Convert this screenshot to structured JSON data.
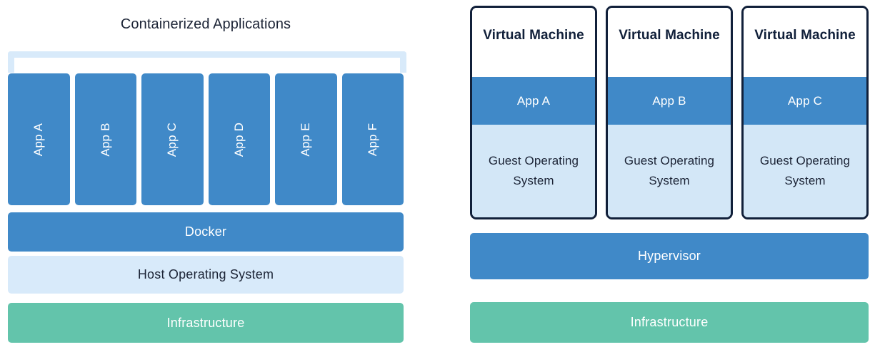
{
  "diagram": {
    "type": "architecture-comparison",
    "colors": {
      "blue": "#4089c8",
      "light_blue": "#d8eafa",
      "guest_blue": "#d3e7f7",
      "green": "#63c4ab",
      "navy": "#11203a",
      "text_dark": "#1c2436",
      "text_light": "#ffffff",
      "background": "#ffffff"
    }
  },
  "left": {
    "title": "Containerized Applications",
    "apps": [
      {
        "label": "App A"
      },
      {
        "label": "App B"
      },
      {
        "label": "App C"
      },
      {
        "label": "App D"
      },
      {
        "label": "App E"
      },
      {
        "label": "App F"
      }
    ],
    "layers": [
      {
        "id": "docker",
        "label": "Docker"
      },
      {
        "id": "host-os",
        "label": "Host Operating System"
      },
      {
        "id": "infrastructure",
        "label": "Infrastructure"
      }
    ]
  },
  "right": {
    "vms": [
      {
        "title": "Virtual Machine",
        "app": "App A",
        "guest_os": "Guest Operating System"
      },
      {
        "title": "Virtual Machine",
        "app": "App B",
        "guest_os": "Guest Operating System"
      },
      {
        "title": "Virtual Machine",
        "app": "App C",
        "guest_os": "Guest Operating System"
      }
    ],
    "layers": [
      {
        "id": "hypervisor",
        "label": "Hypervisor"
      },
      {
        "id": "infrastructure",
        "label": "Infrastructure"
      }
    ]
  }
}
